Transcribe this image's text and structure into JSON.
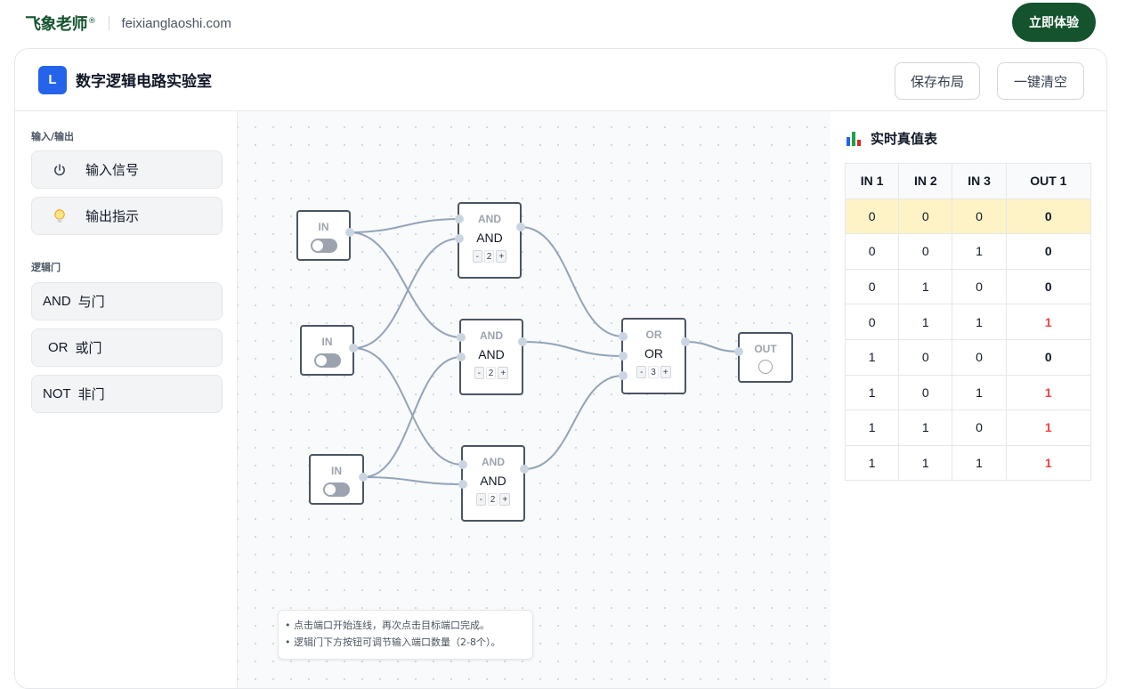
{
  "site": {
    "brand": "飞象老师",
    "domain": "feixianglaoshi.com",
    "cta": "立即体验"
  },
  "header": {
    "logo_letter": "L",
    "title": "数字逻辑电路实验室",
    "save": "保存布局",
    "clear": "一键清空"
  },
  "sidebar": {
    "io_title": "输入/输出",
    "input_label": "输入信号",
    "output_label": "输出指示",
    "gates_title": "逻辑门",
    "gates": [
      {
        "name": "AND",
        "label": "与门"
      },
      {
        "name": "OR",
        "label": "或门"
      },
      {
        "name": "NOT",
        "label": "非门"
      }
    ]
  },
  "canvas": {
    "inputs": [
      {
        "label": "IN"
      },
      {
        "label": "IN"
      },
      {
        "label": "IN"
      }
    ],
    "and_gates": [
      {
        "cap": "AND",
        "label": "AND",
        "minus": "-",
        "count": "2",
        "plus": "+"
      },
      {
        "cap": "AND",
        "label": "AND",
        "minus": "-",
        "count": "2",
        "plus": "+"
      },
      {
        "cap": "AND",
        "label": "AND",
        "minus": "-",
        "count": "2",
        "plus": "+"
      }
    ],
    "or_gate": {
      "cap": "OR",
      "label": "OR",
      "minus": "-",
      "count": "3",
      "plus": "+"
    },
    "output": {
      "label": "OUT"
    },
    "hints": [
      "• 点击端口开始连线，再次点击目标端口完成。",
      "• 逻辑门下方按钮可调节输入端口数量（2-8个）。"
    ]
  },
  "truth_table": {
    "title": "实时真值表",
    "icon_colors": [
      "#2563eb",
      "#16a34a",
      "#dc2626"
    ],
    "headers": [
      "IN 1",
      "IN 2",
      "IN 3",
      "OUT 1"
    ],
    "rows": [
      [
        "0",
        "0",
        "0",
        "0"
      ],
      [
        "0",
        "0",
        "1",
        "0"
      ],
      [
        "0",
        "1",
        "0",
        "0"
      ],
      [
        "0",
        "1",
        "1",
        "1"
      ],
      [
        "1",
        "0",
        "0",
        "0"
      ],
      [
        "1",
        "0",
        "1",
        "1"
      ],
      [
        "1",
        "1",
        "0",
        "1"
      ],
      [
        "1",
        "1",
        "1",
        "1"
      ]
    ],
    "active_row": 0,
    "high_color": "#ef4444"
  }
}
